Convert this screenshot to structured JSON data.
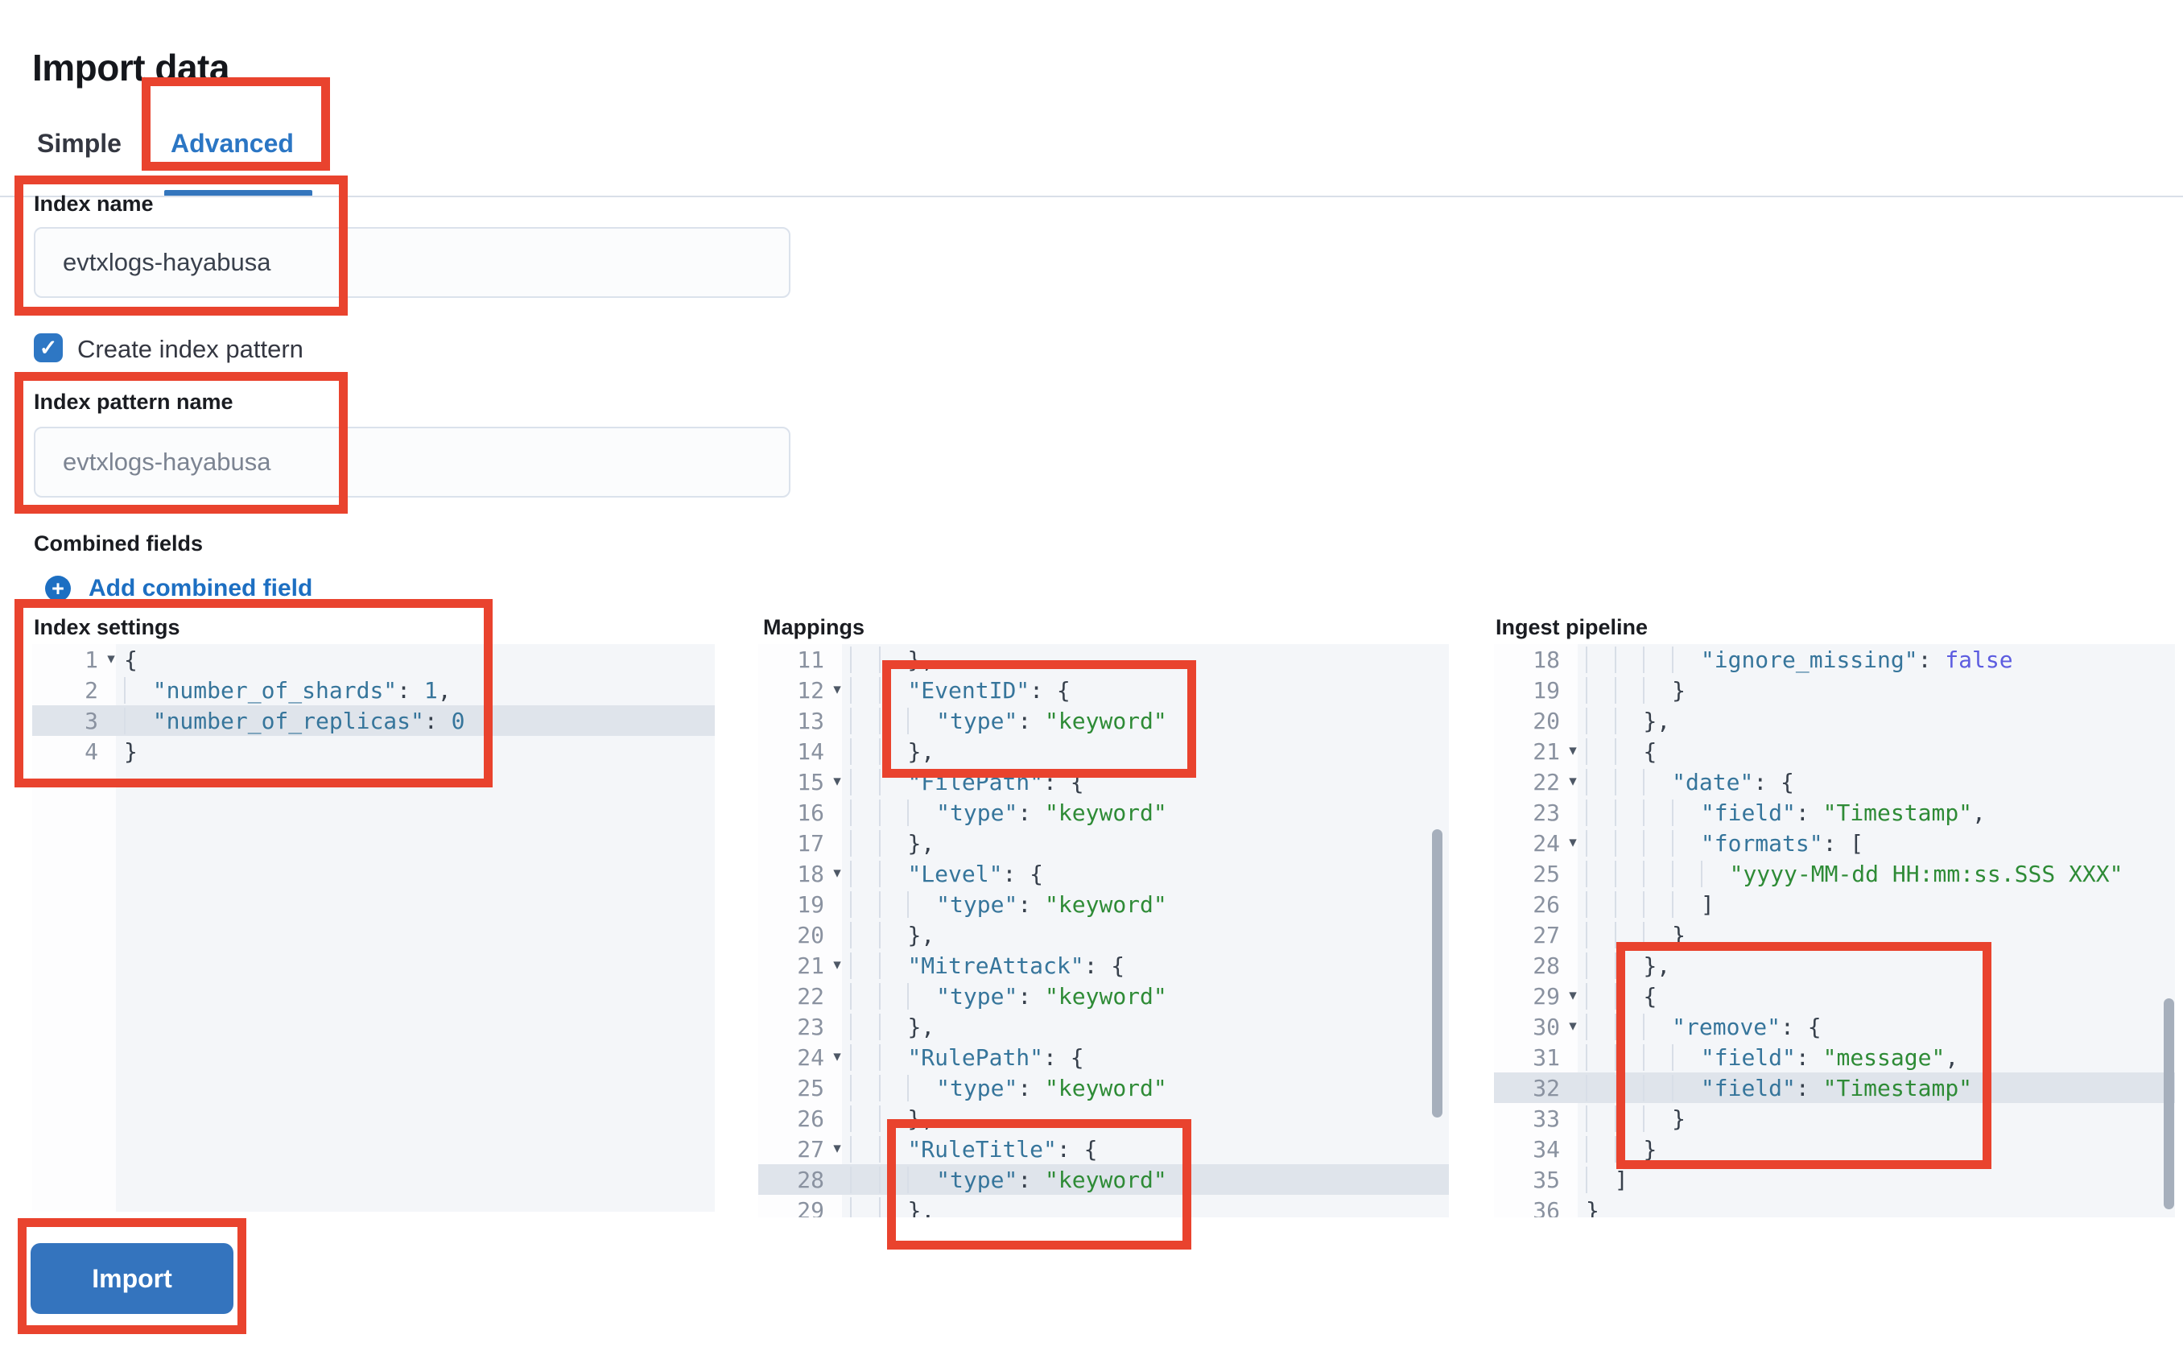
{
  "page": {
    "title": "Import data"
  },
  "tabs": [
    {
      "label": "Simple",
      "active": false
    },
    {
      "label": "Advanced",
      "active": true
    }
  ],
  "form": {
    "index_name": {
      "label": "Index name",
      "value": "evtxlogs-hayabusa"
    },
    "create_index_pattern": {
      "label": "Create index pattern",
      "checked": true
    },
    "index_pattern_name": {
      "label": "Index pattern name",
      "placeholder": "evtxlogs-hayabusa"
    },
    "combined_fields": {
      "label": "Combined fields",
      "add_link_label": "Add combined field"
    }
  },
  "icons": {
    "checkmark": "✓",
    "plus": "+",
    "fold_arrow": "▾"
  },
  "import_button": {
    "label": "Import"
  },
  "colors": {
    "annotation_red": "#e9432e",
    "link_blue": "#1d6fc2",
    "active_tab_blue": "#2b76c4",
    "primary_button_blue": "#3474be",
    "checkbox_blue": "#2e77c4",
    "editor_background": "#f4f6f9",
    "editor_highlight_row": "#dfe4eb",
    "code_key": "#36759b",
    "code_string": "#2e8b36",
    "code_boolean": "#5c5ce0",
    "code_punctuation": "#37404c"
  },
  "editors": [
    {
      "id": "settings",
      "label": "Index settings",
      "lines": [
        {
          "n": 1,
          "fold": true,
          "indent": 0,
          "hl": false,
          "tokens": [
            [
              "p",
              "{"
            ]
          ]
        },
        {
          "n": 2,
          "fold": false,
          "indent": 1,
          "hl": false,
          "tokens": [
            [
              "k",
              "\"number_of_shards\""
            ],
            [
              "p",
              ": "
            ],
            [
              "n",
              "1"
            ],
            [
              "p",
              ","
            ]
          ]
        },
        {
          "n": 3,
          "fold": false,
          "indent": 1,
          "hl": true,
          "tokens": [
            [
              "k",
              "\"number_of_replicas\""
            ],
            [
              "p",
              ": "
            ],
            [
              "n",
              "0"
            ]
          ]
        },
        {
          "n": 4,
          "fold": false,
          "indent": 0,
          "hl": false,
          "tokens": [
            [
              "p",
              "}"
            ]
          ]
        }
      ]
    },
    {
      "id": "mappings",
      "label": "Mappings",
      "lines": [
        {
          "n": 11,
          "fold": false,
          "indent": 2,
          "hl": false,
          "tokens": [
            [
              "p",
              "},"
            ]
          ]
        },
        {
          "n": 12,
          "fold": true,
          "indent": 2,
          "hl": false,
          "tokens": [
            [
              "k",
              "\"EventID\""
            ],
            [
              "p",
              ": {"
            ]
          ]
        },
        {
          "n": 13,
          "fold": false,
          "indent": 3,
          "hl": false,
          "tokens": [
            [
              "k",
              "\"type\""
            ],
            [
              "p",
              ": "
            ],
            [
              "s",
              "\"keyword\""
            ]
          ]
        },
        {
          "n": 14,
          "fold": false,
          "indent": 2,
          "hl": false,
          "tokens": [
            [
              "p",
              "},"
            ]
          ]
        },
        {
          "n": 15,
          "fold": true,
          "indent": 2,
          "hl": false,
          "tokens": [
            [
              "k",
              "\"FilePath\""
            ],
            [
              "p",
              ": {"
            ]
          ]
        },
        {
          "n": 16,
          "fold": false,
          "indent": 3,
          "hl": false,
          "tokens": [
            [
              "k",
              "\"type\""
            ],
            [
              "p",
              ": "
            ],
            [
              "s",
              "\"keyword\""
            ]
          ]
        },
        {
          "n": 17,
          "fold": false,
          "indent": 2,
          "hl": false,
          "tokens": [
            [
              "p",
              "},"
            ]
          ]
        },
        {
          "n": 18,
          "fold": true,
          "indent": 2,
          "hl": false,
          "tokens": [
            [
              "k",
              "\"Level\""
            ],
            [
              "p",
              ": {"
            ]
          ]
        },
        {
          "n": 19,
          "fold": false,
          "indent": 3,
          "hl": false,
          "tokens": [
            [
              "k",
              "\"type\""
            ],
            [
              "p",
              ": "
            ],
            [
              "s",
              "\"keyword\""
            ]
          ]
        },
        {
          "n": 20,
          "fold": false,
          "indent": 2,
          "hl": false,
          "tokens": [
            [
              "p",
              "},"
            ]
          ]
        },
        {
          "n": 21,
          "fold": true,
          "indent": 2,
          "hl": false,
          "tokens": [
            [
              "k",
              "\"MitreAttack\""
            ],
            [
              "p",
              ": {"
            ]
          ]
        },
        {
          "n": 22,
          "fold": false,
          "indent": 3,
          "hl": false,
          "tokens": [
            [
              "k",
              "\"type\""
            ],
            [
              "p",
              ": "
            ],
            [
              "s",
              "\"keyword\""
            ]
          ]
        },
        {
          "n": 23,
          "fold": false,
          "indent": 2,
          "hl": false,
          "tokens": [
            [
              "p",
              "},"
            ]
          ]
        },
        {
          "n": 24,
          "fold": true,
          "indent": 2,
          "hl": false,
          "tokens": [
            [
              "k",
              "\"RulePath\""
            ],
            [
              "p",
              ": {"
            ]
          ]
        },
        {
          "n": 25,
          "fold": false,
          "indent": 3,
          "hl": false,
          "tokens": [
            [
              "k",
              "\"type\""
            ],
            [
              "p",
              ": "
            ],
            [
              "s",
              "\"keyword\""
            ]
          ]
        },
        {
          "n": 26,
          "fold": false,
          "indent": 2,
          "hl": false,
          "tokens": [
            [
              "p",
              "},"
            ]
          ]
        },
        {
          "n": 27,
          "fold": true,
          "indent": 2,
          "hl": false,
          "tokens": [
            [
              "k",
              "\"RuleTitle\""
            ],
            [
              "p",
              ": {"
            ]
          ]
        },
        {
          "n": 28,
          "fold": false,
          "indent": 3,
          "hl": true,
          "tokens": [
            [
              "k",
              "\"type\""
            ],
            [
              "p",
              ": "
            ],
            [
              "s",
              "\"keyword\""
            ]
          ]
        },
        {
          "n": 29,
          "fold": false,
          "indent": 2,
          "hl": false,
          "tokens": [
            [
              "p",
              "},"
            ]
          ]
        }
      ]
    },
    {
      "id": "ingest",
      "label": "Ingest pipeline",
      "lines": [
        {
          "n": 18,
          "fold": false,
          "indent": 4,
          "hl": false,
          "tokens": [
            [
              "k",
              "\"ignore_missing\""
            ],
            [
              "p",
              ": "
            ],
            [
              "b",
              "false"
            ]
          ]
        },
        {
          "n": 19,
          "fold": false,
          "indent": 3,
          "hl": false,
          "tokens": [
            [
              "p",
              "}"
            ]
          ]
        },
        {
          "n": 20,
          "fold": false,
          "indent": 2,
          "hl": false,
          "tokens": [
            [
              "p",
              "},"
            ]
          ]
        },
        {
          "n": 21,
          "fold": true,
          "indent": 2,
          "hl": false,
          "tokens": [
            [
              "p",
              "{"
            ]
          ]
        },
        {
          "n": 22,
          "fold": true,
          "indent": 3,
          "hl": false,
          "tokens": [
            [
              "k",
              "\"date\""
            ],
            [
              "p",
              ": {"
            ]
          ]
        },
        {
          "n": 23,
          "fold": false,
          "indent": 4,
          "hl": false,
          "tokens": [
            [
              "k",
              "\"field\""
            ],
            [
              "p",
              ": "
            ],
            [
              "s",
              "\"Timestamp\""
            ],
            [
              "p",
              ","
            ]
          ]
        },
        {
          "n": 24,
          "fold": true,
          "indent": 4,
          "hl": false,
          "tokens": [
            [
              "k",
              "\"formats\""
            ],
            [
              "p",
              ": ["
            ]
          ]
        },
        {
          "n": 25,
          "fold": false,
          "indent": 5,
          "hl": false,
          "tokens": [
            [
              "s",
              "\"yyyy-MM-dd HH:mm:ss.SSS XXX\""
            ]
          ]
        },
        {
          "n": 26,
          "fold": false,
          "indent": 4,
          "hl": false,
          "tokens": [
            [
              "p",
              "]"
            ]
          ]
        },
        {
          "n": 27,
          "fold": false,
          "indent": 3,
          "hl": false,
          "tokens": [
            [
              "p",
              "}"
            ]
          ]
        },
        {
          "n": 28,
          "fold": false,
          "indent": 2,
          "hl": false,
          "tokens": [
            [
              "p",
              "},"
            ]
          ]
        },
        {
          "n": 29,
          "fold": true,
          "indent": 2,
          "hl": false,
          "tokens": [
            [
              "p",
              "{"
            ]
          ]
        },
        {
          "n": 30,
          "fold": true,
          "indent": 3,
          "hl": false,
          "tokens": [
            [
              "k",
              "\"remove\""
            ],
            [
              "p",
              ": {"
            ]
          ]
        },
        {
          "n": 31,
          "fold": false,
          "indent": 4,
          "hl": false,
          "tokens": [
            [
              "k",
              "\"field\""
            ],
            [
              "p",
              ": "
            ],
            [
              "s",
              "\"message\""
            ],
            [
              "p",
              ","
            ]
          ]
        },
        {
          "n": 32,
          "fold": false,
          "indent": 4,
          "hl": true,
          "tokens": [
            [
              "k",
              "\"field\""
            ],
            [
              "p",
              ": "
            ],
            [
              "s",
              "\"Timestamp\""
            ]
          ]
        },
        {
          "n": 33,
          "fold": false,
          "indent": 3,
          "hl": false,
          "tokens": [
            [
              "p",
              "}"
            ]
          ]
        },
        {
          "n": 34,
          "fold": false,
          "indent": 2,
          "hl": false,
          "tokens": [
            [
              "p",
              "}"
            ]
          ]
        },
        {
          "n": 35,
          "fold": false,
          "indent": 1,
          "hl": false,
          "tokens": [
            [
              "p",
              "]"
            ]
          ]
        },
        {
          "n": 36,
          "fold": false,
          "indent": 0,
          "hl": false,
          "tokens": [
            [
              "p",
              "}"
            ]
          ]
        }
      ]
    }
  ]
}
